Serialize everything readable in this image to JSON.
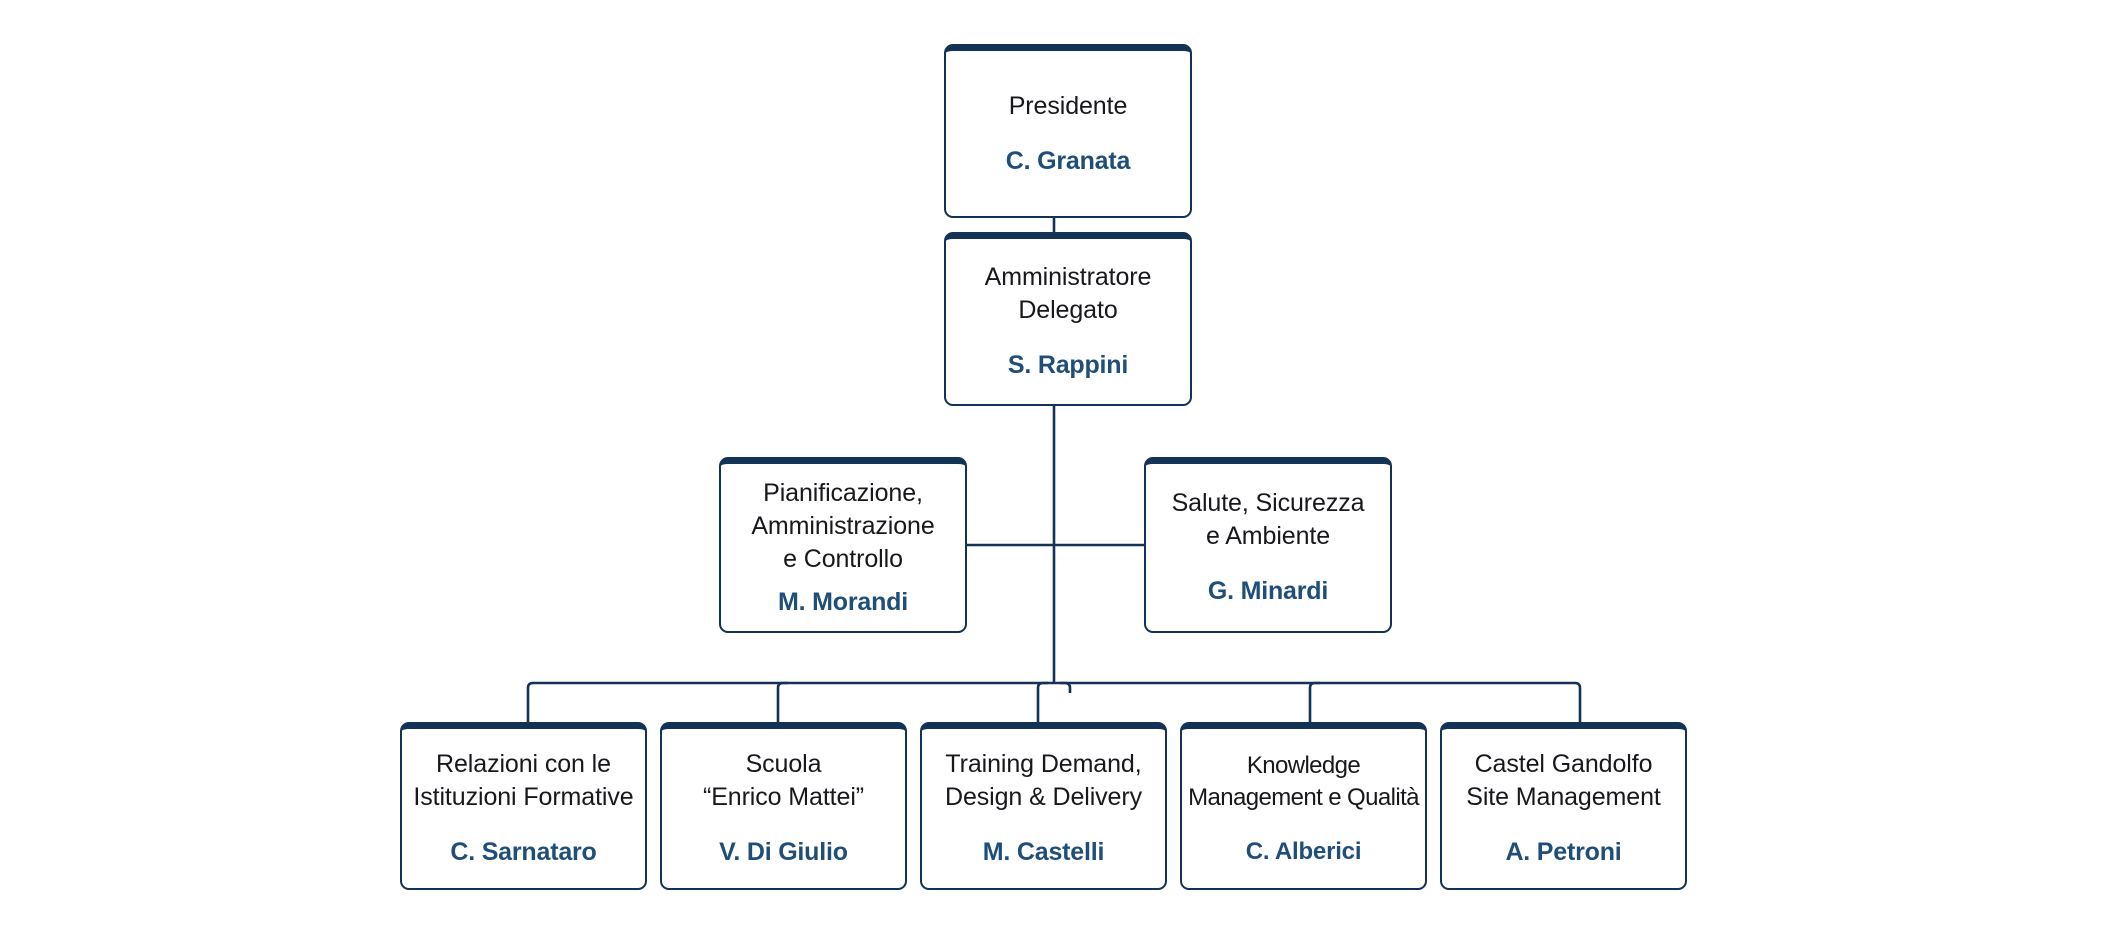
{
  "chart_data": {
    "type": "diagram",
    "title": "Organigramma",
    "diagram_kind": "org-chart",
    "orientation": "top-down",
    "colors": {
      "border": "#123256",
      "header_bar": "#123256",
      "title_text": "#17181c",
      "name_text": "#1f4e79",
      "connector": "#123256",
      "background": "#ffffff"
    },
    "levels": [
      {
        "level": 1,
        "nodes": [
          "presidente"
        ]
      },
      {
        "level": 2,
        "nodes": [
          "amministratore-delegato"
        ]
      },
      {
        "level": 3,
        "relation": "staff",
        "nodes": [
          "pianificazione",
          "salute"
        ]
      },
      {
        "level": 4,
        "relation": "line",
        "nodes": [
          "relazioni",
          "scuola",
          "training",
          "knowledge",
          "castel"
        ]
      }
    ],
    "edges": [
      {
        "from": "presidente",
        "to": "amministratore-delegato"
      },
      {
        "from": "amministratore-delegato",
        "to": "pianificazione"
      },
      {
        "from": "amministratore-delegato",
        "to": "salute"
      },
      {
        "from": "amministratore-delegato",
        "to": "relazioni"
      },
      {
        "from": "amministratore-delegato",
        "to": "scuola"
      },
      {
        "from": "amministratore-delegato",
        "to": "training"
      },
      {
        "from": "amministratore-delegato",
        "to": "knowledge"
      },
      {
        "from": "amministratore-delegato",
        "to": "castel"
      }
    ]
  },
  "nodes": {
    "presidente": {
      "title": "Presidente",
      "name": "C. Granata"
    },
    "amministratore_delegato": {
      "title": "Amministratore\nDelegato",
      "name": "S. Rappini"
    },
    "pianificazione": {
      "title": "Pianificazione,\nAmministrazione\ne Controllo",
      "name": "M. Morandi"
    },
    "salute": {
      "title": "Salute, Sicurezza\ne Ambiente",
      "name": "G. Minardi"
    },
    "relazioni": {
      "title": "Relazioni con le\nIstituzioni Formative",
      "name": "C. Sarnataro"
    },
    "scuola": {
      "title": "Scuola\n“Enrico Mattei”",
      "name": "V. Di Giulio"
    },
    "training": {
      "title": "Training Demand,\nDesign & Delivery",
      "name": "M. Castelli"
    },
    "knowledge": {
      "title": "Knowledge\nManagement e Qualità",
      "name": "C. Alberici"
    },
    "castel": {
      "title": "Castel Gandolfo\nSite Management",
      "name": "A. Petroni"
    }
  }
}
